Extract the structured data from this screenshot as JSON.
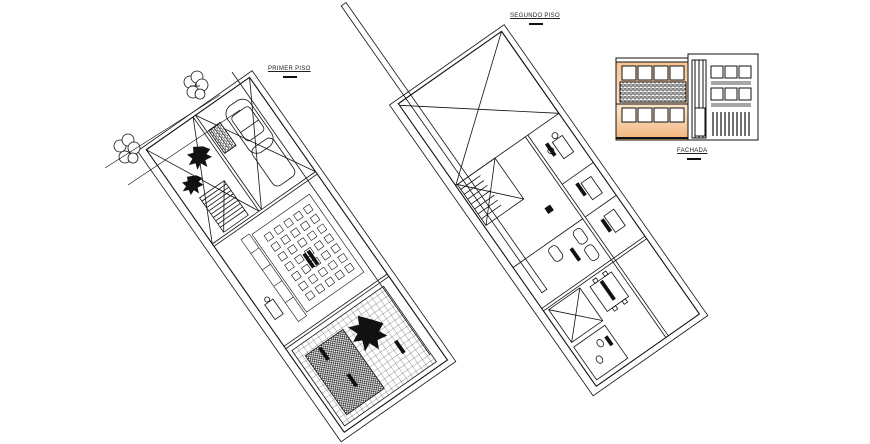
{
  "drawing": {
    "sheets": [
      {
        "id": "primer-piso",
        "title": "PRIMER PISO"
      },
      {
        "id": "segundo-piso",
        "title": "SEGUNDO PISO"
      },
      {
        "id": "fachada",
        "title": "FACHADA"
      }
    ],
    "colors": {
      "line": "#111111",
      "background": "#ffffff",
      "facade_accent": "#f2b47a"
    }
  }
}
